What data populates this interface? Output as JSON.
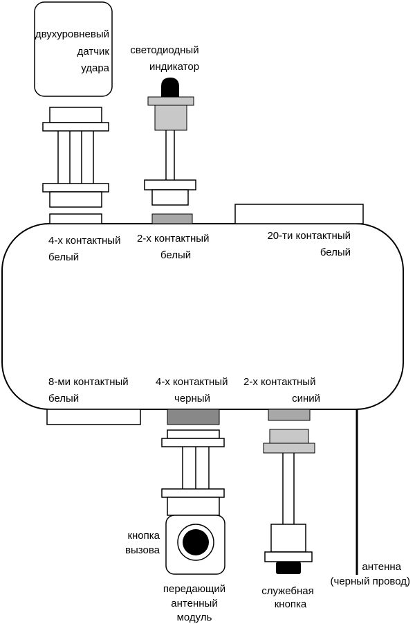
{
  "labels": {
    "shock_sensor": [
      "двухуровневый",
      "датчик",
      "удара"
    ],
    "led_indicator": [
      "светодиодный",
      "индикатор"
    ],
    "conn_4pin_white": [
      "4-х контактный",
      "белый"
    ],
    "conn_2pin_white": [
      "2-х контактный",
      "белый"
    ],
    "conn_20pin_white": [
      "20-ти контактный",
      "белый"
    ],
    "conn_8pin_white": [
      "8-ми контактный",
      "белый"
    ],
    "conn_4pin_black": [
      "4-х контактный",
      "черный"
    ],
    "conn_2pin_blue": [
      "2-х контактный",
      "синий"
    ],
    "call_button": [
      "кнопка",
      "вызова"
    ],
    "transmit_module": [
      "передающий",
      "антенный",
      "модуль"
    ],
    "service_button": [
      "служебная",
      "кнопка"
    ],
    "antenna": [
      "антенна",
      "(черный провод)"
    ]
  },
  "colors": {
    "stroke": "#000000",
    "fill": "#ffffff",
    "gray_light": "#c8c8c8",
    "gray_mid": "#a8a8a8",
    "gray_dark": "#888888",
    "black": "#000000"
  }
}
